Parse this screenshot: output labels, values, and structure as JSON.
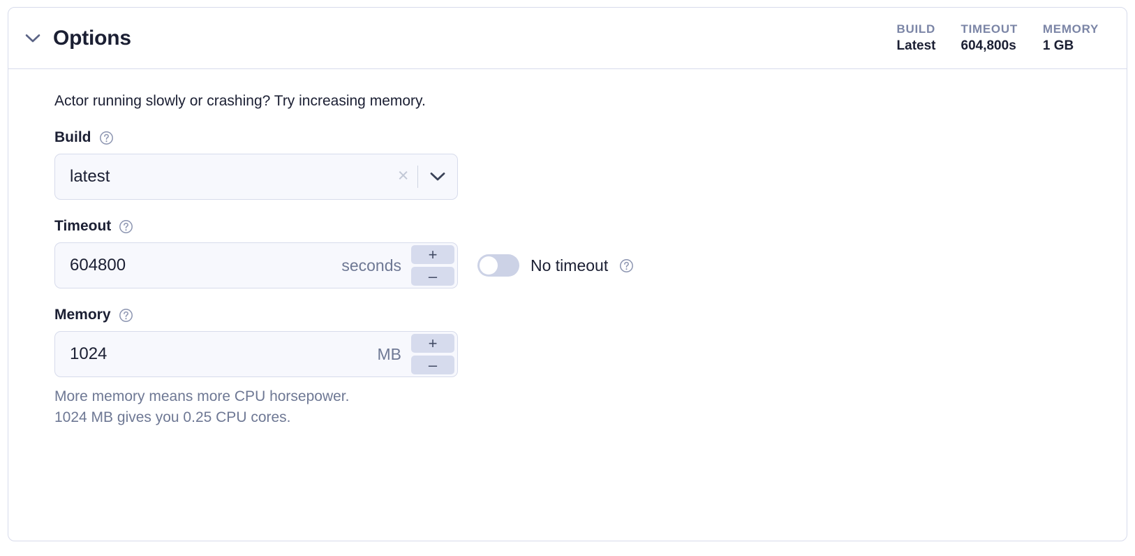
{
  "card": {
    "title": "Options",
    "collapse_icon": "chevron-down-icon",
    "stats": [
      {
        "label": "BUILD",
        "value": "Latest"
      },
      {
        "label": "TIMEOUT",
        "value": "604,800s"
      },
      {
        "label": "MEMORY",
        "value": "1 GB"
      }
    ]
  },
  "body": {
    "intro": "Actor running slowly or crashing? Try increasing memory.",
    "build": {
      "label": "Build",
      "help_icon": "help-circle-icon",
      "value": "latest",
      "clear_icon": "close-icon",
      "dropdown_icon": "chevron-down-icon"
    },
    "timeout": {
      "label": "Timeout",
      "help_icon": "help-circle-icon",
      "value": "604800",
      "unit": "seconds",
      "increment_label": "+",
      "decrement_label": "–",
      "no_timeout_label": "No timeout",
      "no_timeout_checked": false,
      "no_timeout_help_icon": "help-circle-icon"
    },
    "memory": {
      "label": "Memory",
      "help_icon": "help-circle-icon",
      "value": "1024",
      "unit": "MB",
      "increment_label": "+",
      "decrement_label": "–",
      "hint_line_1": "More memory means more CPU horsepower.",
      "hint_line_2": "1024 MB gives you 0.25 CPU cores."
    }
  },
  "colors": {
    "border": "#d7dbeb",
    "input_bg": "#f7f8fd",
    "text": "#1b1f33",
    "muted": "#6e7894",
    "stat_label": "#7b85a6",
    "stepper_bg": "#d6dbed",
    "switch_off": "#ccd2e6"
  }
}
